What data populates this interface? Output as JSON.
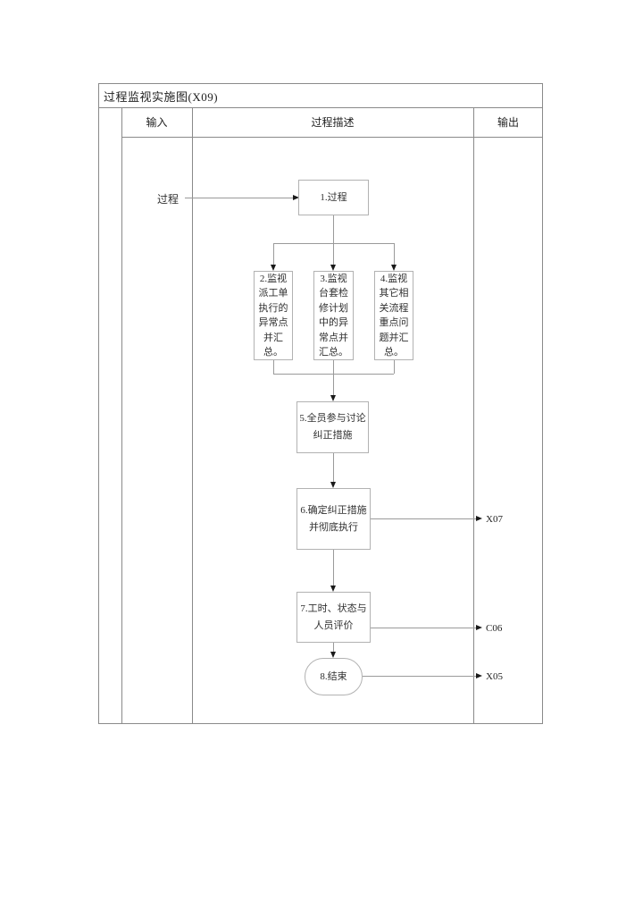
{
  "title": "过程监视实施图(X09)",
  "table": {
    "headers": {
      "input": "输入",
      "process": "过程描述",
      "output": "输出"
    }
  },
  "flow": {
    "input_label": "过程",
    "nodes": [
      {
        "id": 1,
        "label": "1.过程"
      },
      {
        "id": 2,
        "label": "2.监视\n派工单\n执行的\n异常点\n并汇\n总。"
      },
      {
        "id": 3,
        "label": "3.监视\n台套检\n修计划\n中的异\n常点并\n汇总。"
      },
      {
        "id": 4,
        "label": "4.监视\n其它相\n关流程\n重点问\n题并汇\n总。"
      },
      {
        "id": 5,
        "label": "5.全员参与讨论\n纠正措施"
      },
      {
        "id": 6,
        "label": "6.确定纠正措施\n并彻底执行"
      },
      {
        "id": 7,
        "label": "7.工时、状态与\n人员评价"
      },
      {
        "id": 8,
        "label": "8.结束"
      }
    ],
    "outputs": [
      {
        "label": "X07"
      },
      {
        "label": "C06"
      },
      {
        "label": "X05"
      }
    ]
  },
  "colors": {
    "table_line": "#8a8a8a",
    "box_border": "#b2b2b2",
    "connector": "#9a9a9a",
    "arrowhead": "#1a1a1a",
    "text": "#303030",
    "background": "#ffffff"
  }
}
